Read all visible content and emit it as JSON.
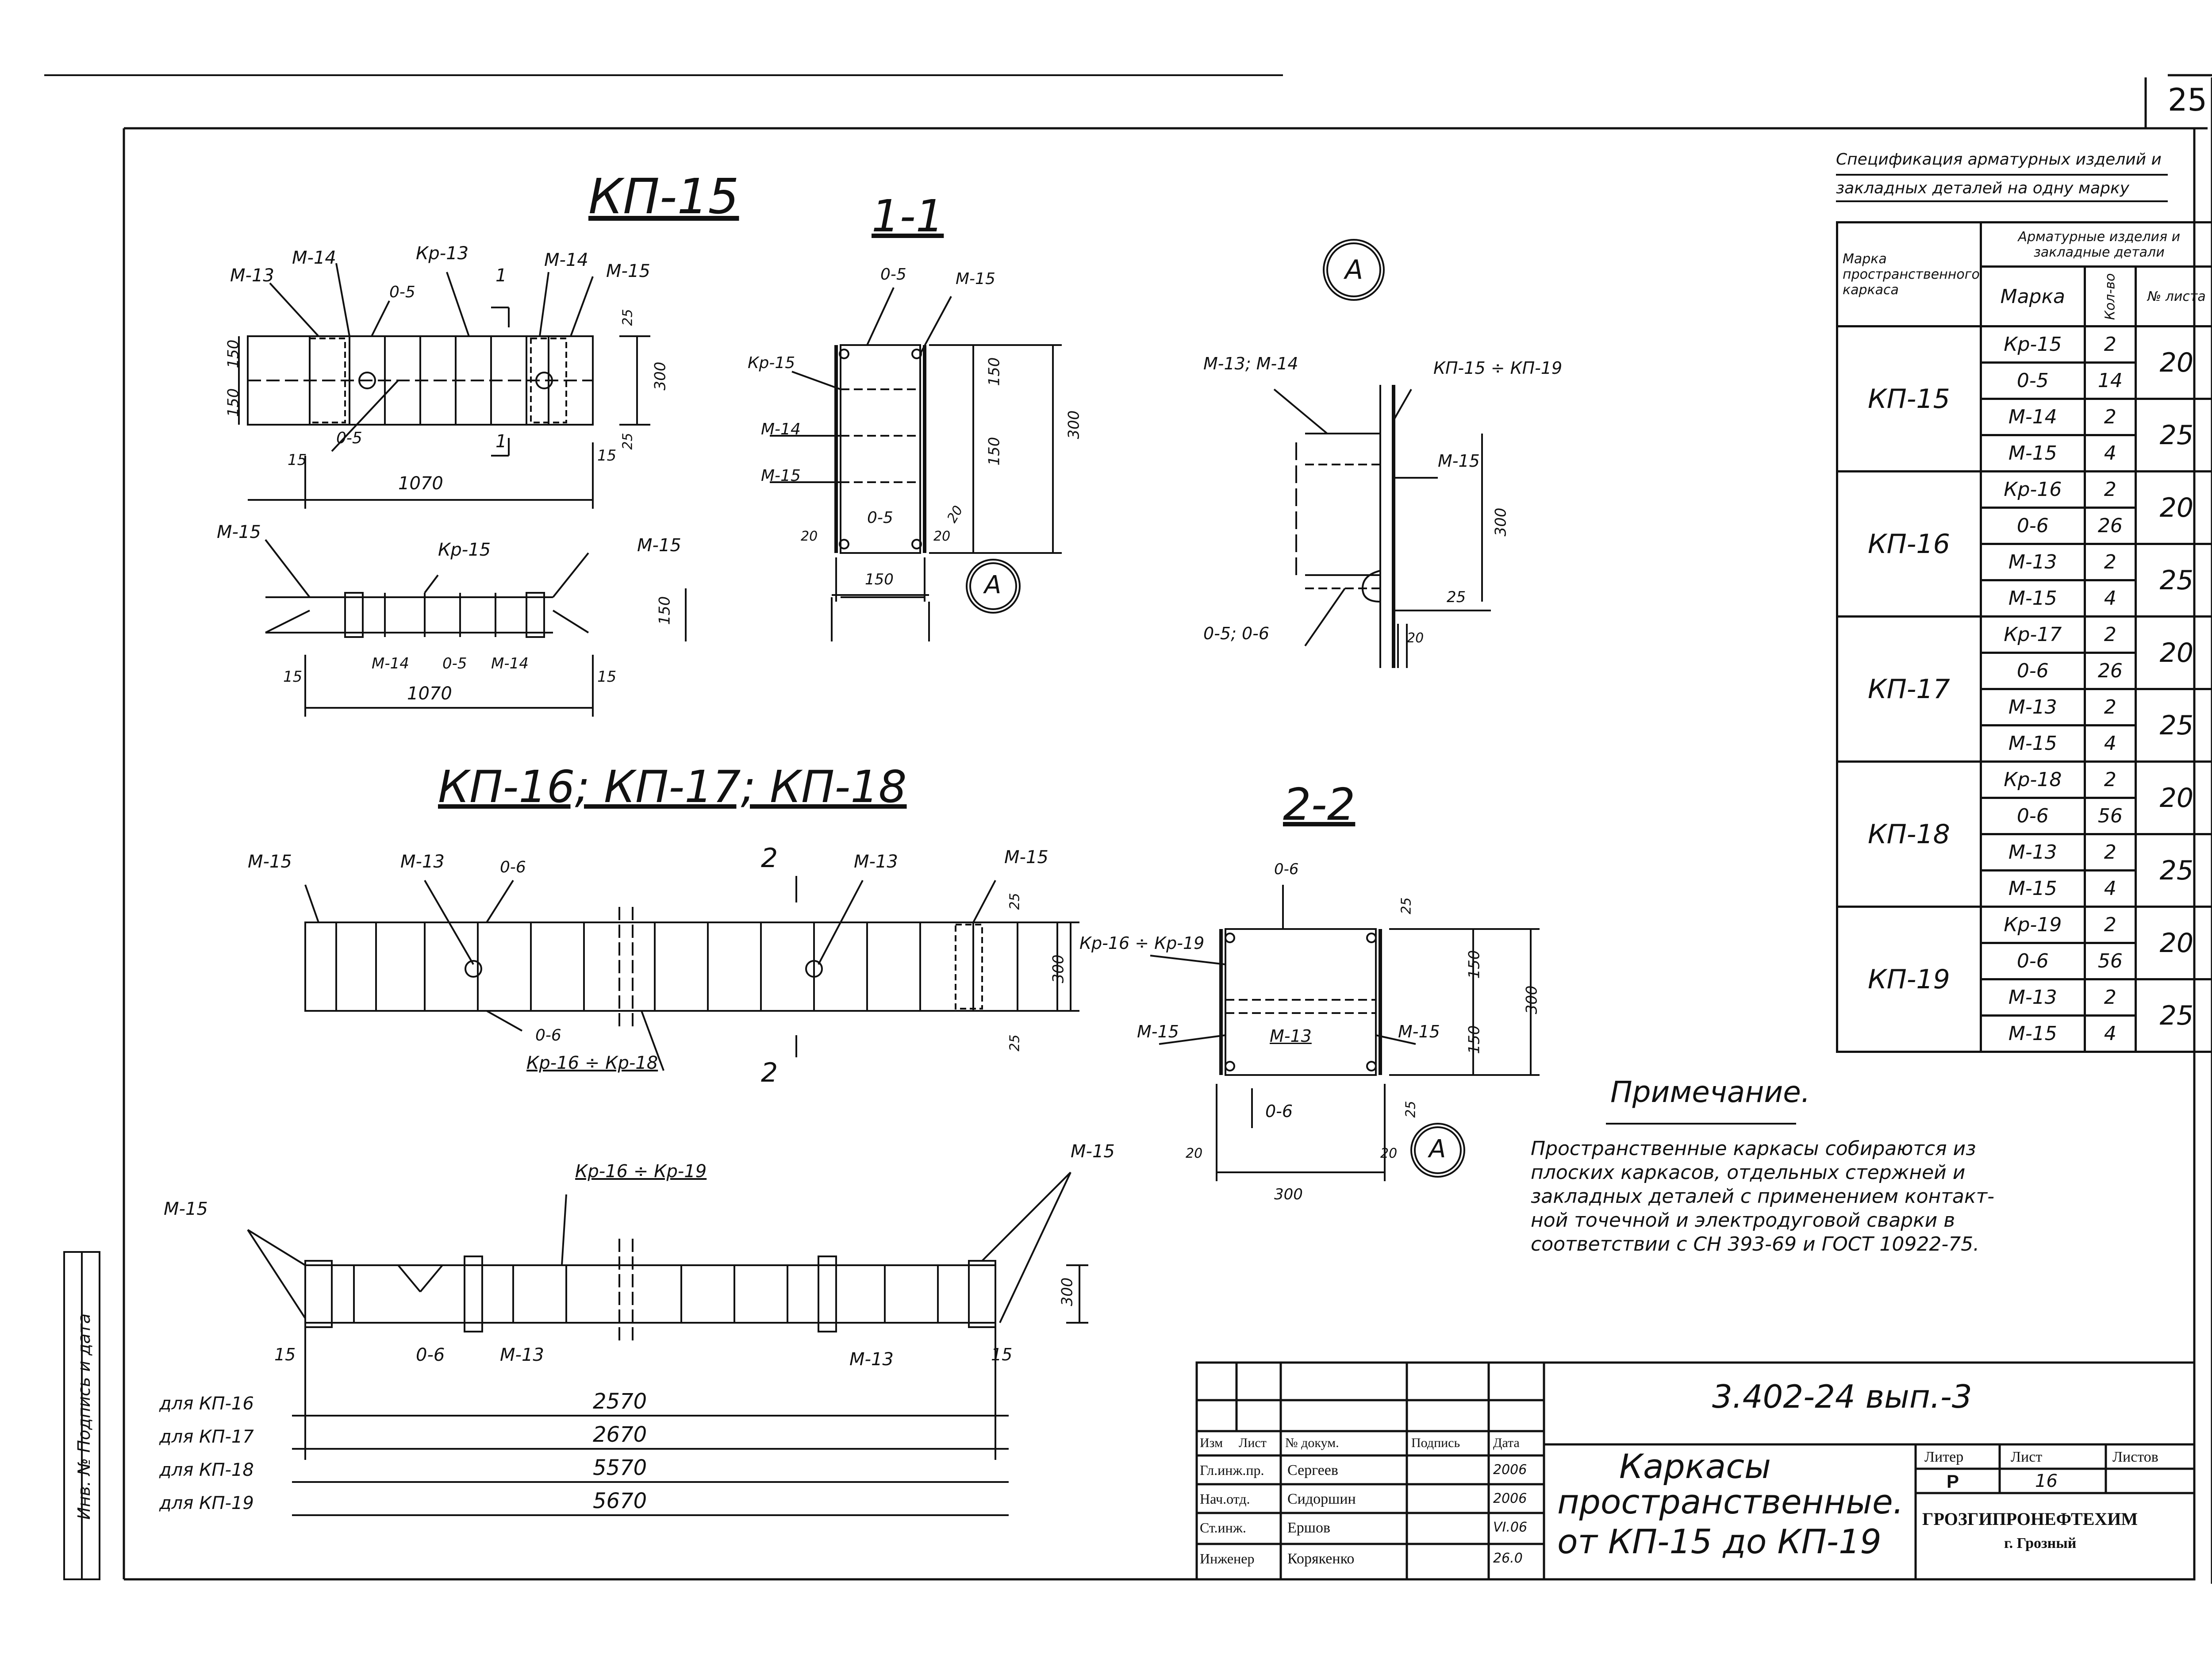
{
  "page_number": "25",
  "side_stamp": "Инв. №  Подпись и дата",
  "views": {
    "kp15_title": "КП-15",
    "kp15_labels": {
      "m13": "М-13",
      "m14a": "М-14",
      "kr13": "Кр-13",
      "one": "1",
      "m14b": "М-14",
      "m15": "М-15",
      "o5a": "0-5",
      "o5b": "0-5",
      "d150a": "150",
      "d150b": "150",
      "d300": "300",
      "d25a": "25",
      "d25b": "25",
      "d15a": "15",
      "d15b": "15",
      "len": "1070",
      "one_b": "1"
    },
    "kp15_plan_labels": {
      "m15a": "М-15",
      "kr15": "Кр-15",
      "m15b": "М-15",
      "m14a": "М-14",
      "o5": "0-5",
      "m14b": "М-14",
      "d150": "150",
      "d15a": "15",
      "d15b": "15",
      "len": "1070"
    },
    "sec11_title": "1-1",
    "sec11_labels": {
      "o5top": "0-5",
      "m15": "М-15",
      "kr15": "Кр-15",
      "m14": "М-14",
      "m15b": "М-15",
      "o5bot": "0-5",
      "d150a": "150",
      "d150b": "150",
      "d300": "300",
      "d20a": "20",
      "d20b": "20",
      "d20c": "20",
      "w150": "150",
      "nodeA": "А"
    },
    "detailA_labels": {
      "circle": "А",
      "m13m14": "М-13; М-14",
      "kp": "КП-15 ÷ КП-19",
      "m15": "М-15",
      "d300": "300",
      "d25": "25",
      "o5o6": "0-5; 0-6",
      "d20": "20"
    },
    "kp16_title": "КП-16; КП-17; КП-18",
    "kp16_labels": {
      "m15a": "М-15",
      "m13a": "М-13",
      "o6a": "0-6",
      "two": "2",
      "m13b": "М-13",
      "m15b": "М-15",
      "d25a": "25",
      "d300": "300",
      "d25b": "25",
      "o6b": "0-6",
      "kr": "Кр-16 ÷ Кр-18",
      "two_b": "2"
    },
    "sec22_title": "2-2",
    "sec22_labels": {
      "o6top": "0-6",
      "kr": "Кр-16 ÷ Кр-19",
      "d25": "25",
      "d150a": "150",
      "d150b": "150",
      "d300": "300",
      "m15a": "М-15",
      "m13": "М-13",
      "m15b": "М-15",
      "o6": "0-6",
      "d20a": "20",
      "d20b": "20",
      "d25b": "25",
      "w300": "300",
      "nodeA": "А"
    },
    "kp19_labels": {
      "kr": "Кр-16 ÷ Кр-19",
      "m15a": "М-15",
      "m15b": "М-15",
      "d300": "300",
      "d15a": "15",
      "o6": "0-6",
      "m13a": "М-13",
      "m13b": "М-13",
      "d15b": "15"
    },
    "lengths": [
      {
        "label": "для КП-16",
        "value": "2570"
      },
      {
        "label": "для КП-17",
        "value": "2670"
      },
      {
        "label": "для КП-18",
        "value": "5570"
      },
      {
        "label": "для КП-19",
        "value": "5670"
      }
    ]
  },
  "spec": {
    "heading_line1": "Спецификация арматурных изделий и",
    "heading_line2": "закладных деталей на одну марку",
    "col_mark": "Марка пространственного каркаса",
    "col_items": "Арматурные изделия и закладные детали",
    "col_sub_mark": "Марка",
    "col_qty": "Кол-во",
    "col_sheet": "№ листа",
    "groups": [
      {
        "name": "КП-15",
        "rows": [
          {
            "mark": "Кр-15",
            "qty": "2"
          },
          {
            "mark": "0-5",
            "qty": "14"
          },
          {
            "mark": "М-14",
            "qty": "2"
          },
          {
            "mark": "М-15",
            "qty": "4"
          }
        ],
        "sheets": [
          "20",
          "25"
        ]
      },
      {
        "name": "КП-16",
        "rows": [
          {
            "mark": "Кр-16",
            "qty": "2"
          },
          {
            "mark": "0-6",
            "qty": "26"
          },
          {
            "mark": "М-13",
            "qty": "2"
          },
          {
            "mark": "М-15",
            "qty": "4"
          }
        ],
        "sheets": [
          "20",
          "25"
        ]
      },
      {
        "name": "КП-17",
        "rows": [
          {
            "mark": "Кр-17",
            "qty": "2"
          },
          {
            "mark": "0-6",
            "qty": "26"
          },
          {
            "mark": "М-13",
            "qty": "2"
          },
          {
            "mark": "М-15",
            "qty": "4"
          }
        ],
        "sheets": [
          "20",
          "25"
        ]
      },
      {
        "name": "КП-18",
        "rows": [
          {
            "mark": "Кр-18",
            "qty": "2"
          },
          {
            "mark": "0-6",
            "qty": "56"
          },
          {
            "mark": "М-13",
            "qty": "2"
          },
          {
            "mark": "М-15",
            "qty": "4"
          }
        ],
        "sheets": [
          "20",
          "25"
        ]
      },
      {
        "name": "КП-19",
        "rows": [
          {
            "mark": "Кр-19",
            "qty": "2"
          },
          {
            "mark": "0-6",
            "qty": "56"
          },
          {
            "mark": "М-13",
            "qty": "2"
          },
          {
            "mark": "М-15",
            "qty": "4"
          }
        ],
        "sheets": [
          "20",
          "25"
        ]
      }
    ]
  },
  "note": {
    "title": "Примечание.",
    "lines": [
      "Пространственные каркасы собираются из",
      "плоских каркасов, отдельных стержней и",
      "закладных деталей с применением контакт-",
      "ной точечной и электродуговой сварки в",
      "соответствии с СН 393-69 и ГОСТ 10922-75."
    ]
  },
  "titleblock": {
    "code": "3.402-24  вып.-3",
    "title_line1": "Каркасы",
    "title_line2": "пространственные.",
    "title_line3": "от КП-15 до КП-19",
    "hdr": {
      "izm": "Изм",
      "list": "Лист",
      "doc": "№ докум.",
      "sign": "Подпись",
      "date": "Дата"
    },
    "people": [
      {
        "role": "Гл.инж.пр.",
        "name": "Сергеев",
        "date": "2006"
      },
      {
        "role": "Нач.отд.",
        "name": "Сидоршин",
        "date": "2006"
      },
      {
        "role": "Ст.инж.",
        "name": "Ершов",
        "date": "VI.06"
      },
      {
        "role": "Инженер",
        "name": "Корякенко",
        "date": "26.0"
      }
    ],
    "stage_label": "Литер",
    "sheet_label": "Лист",
    "sheets_label": "Листов",
    "stage": "Р",
    "sheet": "16",
    "org": "ГРОЗГИПРОНЕФТЕХИМ",
    "city": "г. Грозный"
  }
}
